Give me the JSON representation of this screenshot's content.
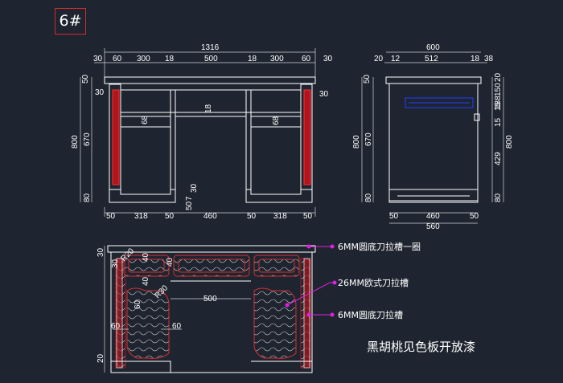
{
  "sheet_id": "6#",
  "front_view": {
    "overall_width": "1316",
    "top_segments": [
      "30",
      "60",
      "300",
      "18",
      "500",
      "18",
      "300",
      "60",
      "30"
    ],
    "left_heights": [
      "50",
      "30",
      "800",
      "670",
      "68",
      "80"
    ],
    "center_labels": [
      "18",
      "68",
      "30",
      "50",
      "7"
    ],
    "right_labels": [
      "30"
    ],
    "bottom_segments": [
      "50",
      "318",
      "50",
      "460",
      "50",
      "318",
      "50"
    ]
  },
  "side_view": {
    "overall_width": "600",
    "top_segments": [
      "20",
      "12",
      "512",
      "18",
      "38"
    ],
    "left_heights": [
      "50",
      "800",
      "670",
      "80"
    ],
    "right_heights": [
      "20",
      "150",
      "15",
      "188",
      "15",
      "800",
      "429",
      "80"
    ],
    "bottom_segments": [
      "50",
      "460",
      "50"
    ],
    "bottom_total": "560"
  },
  "detail_view": {
    "labels": [
      "30",
      "30",
      "R20",
      "40",
      "40",
      "40",
      "R30",
      "500",
      "60",
      "60",
      "60",
      "20"
    ],
    "callouts": [
      "6MM圆底刀拉槽一圈",
      "26MM欧式刀拉槽",
      "6MM圆底刀拉槽"
    ]
  },
  "finish_note": "黑胡桃见色板开放漆",
  "colors": {
    "background": "#1f2530",
    "line": "#ffffff",
    "panel_red": "#b0141c",
    "accent_magenta": "#e020e0",
    "dim_line": "#cfd3d8",
    "grain": "#c8c8c8"
  }
}
